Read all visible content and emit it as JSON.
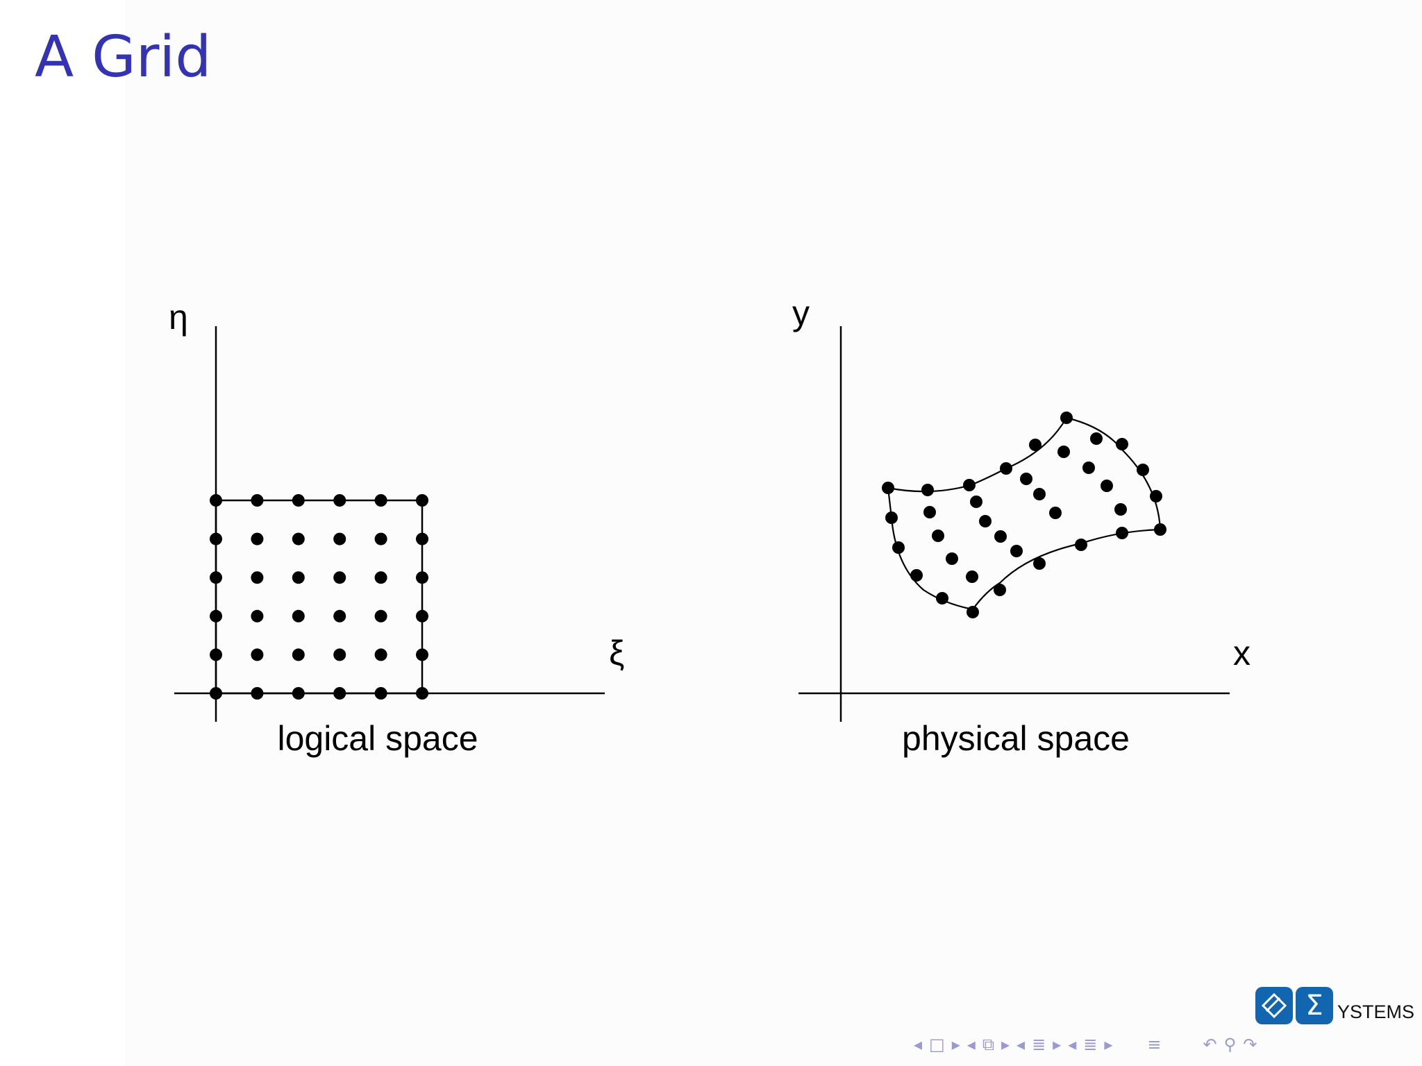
{
  "slide": {
    "title": "A Grid"
  },
  "logical_space": {
    "vertical_axis_label": "η",
    "horizontal_axis_label": "ξ",
    "caption": "logical space"
  },
  "physical_space": {
    "vertical_axis_label": "y",
    "horizontal_axis_label": "x",
    "caption": "physical space"
  },
  "logo": {
    "text": "YSTEMS",
    "sigma": "Σ"
  },
  "nav_icons": [
    "arrow-left-icon",
    "frame-icon",
    "arrow-right-icon",
    "arrow-left-icon",
    "subsection-icon",
    "arrow-right-icon",
    "arrow-left-icon",
    "section-icon",
    "arrow-right-icon",
    "arrow-left-icon",
    "section-icon",
    "arrow-right-icon",
    "list-icon",
    "undo-icon",
    "search-icon",
    "redo-icon"
  ],
  "colors": {
    "title": "#3333b3",
    "logo_blue": "#1266b0",
    "nav": "#9a9ad0"
  }
}
